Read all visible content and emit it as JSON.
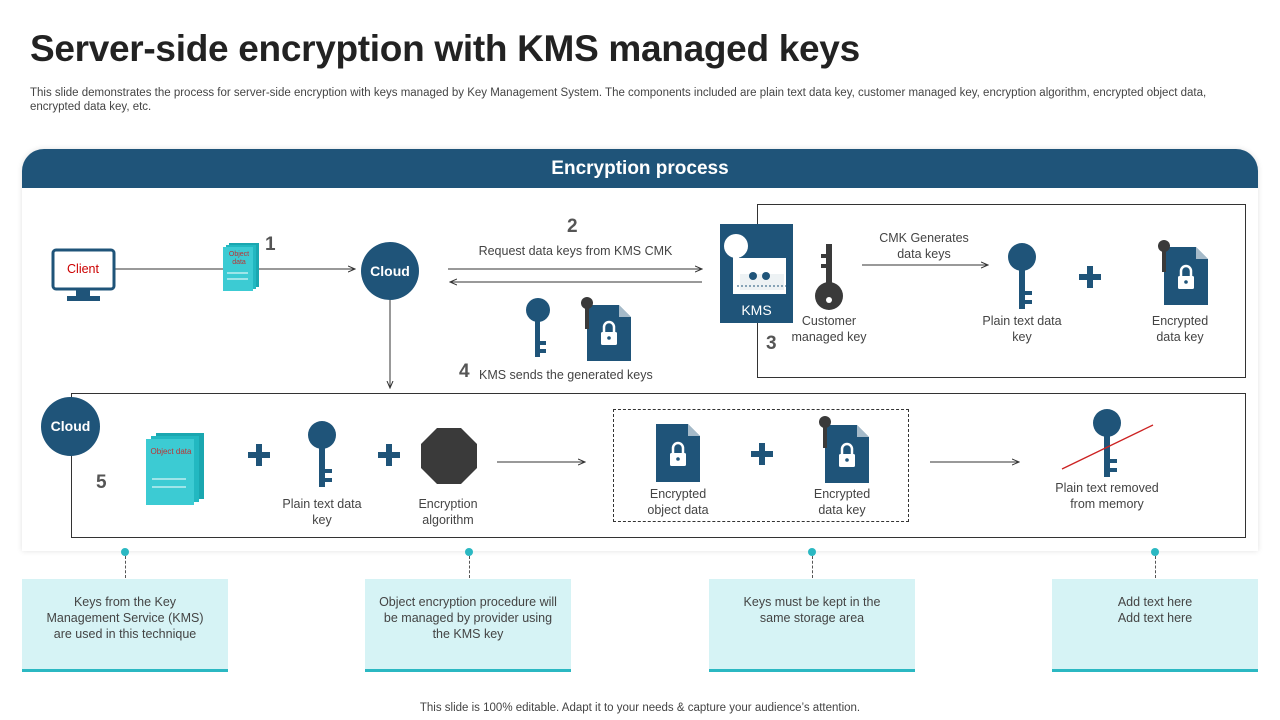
{
  "title": "Server-side encryption with KMS managed keys",
  "subtitle": "This slide demonstrates the process for server-side encryption with keys managed by Key Management System. The components included are plain text data key, customer managed key, encryption algorithm, encrypted object data, encrypted data key, etc.",
  "panel": {
    "header": "Encryption process"
  },
  "flow": {
    "client": "Client",
    "cloud_top": "Cloud",
    "cloud_bottom": "Cloud",
    "kms": "KMS",
    "object_data": "Object data",
    "step1": "1",
    "step2": "2",
    "step2_label": "Request data keys from KMS CMK",
    "step3": "3",
    "step4": "4",
    "step4_label": "KMS sends the generated keys",
    "step5": "5",
    "cmk_generates": "CMK Generates data keys",
    "customer_managed_key": "Customer managed key",
    "plain_text_data_key": "Plain text data key",
    "encrypted_data_key": "Encrypted data key",
    "encryption_algorithm": "Encryption algorithm",
    "encrypted_object_data": "Encrypted object data",
    "plain_text_removed": "Plain text removed from memory"
  },
  "notes": [
    "Keys from the Key Management Service (KMS) are used in this technique",
    "Object encryption procedure will be managed by provider using the KMS key",
    "Keys must be kept in the same storage area",
    "Add text here Add text here"
  ],
  "footer": "This slide is 100% editable. Adapt it to your needs & capture your audience’s attention.",
  "colors": {
    "primary": "#1f5479",
    "teal": "#2bb8c2",
    "light_teal": "#d6f3f5",
    "dark_gray": "#3a3a3a",
    "red": "#cc0000"
  }
}
